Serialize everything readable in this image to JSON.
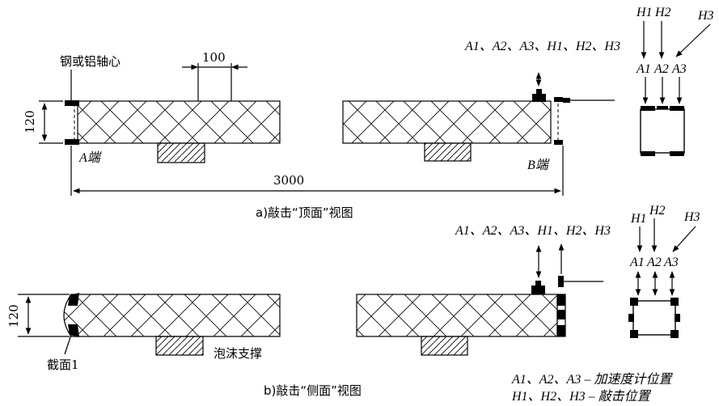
{
  "labels": {
    "core": "钢或铝轴心",
    "dim_100": "100",
    "dim_120_top": "120",
    "dim_120_bottom": "120",
    "end_a": "A端",
    "end_b": "B端",
    "length": "3000",
    "section": "截面1",
    "foam_support": "泡沫支撑"
  },
  "captions": {
    "a": "a)敲击“顶面”视图",
    "b": "b)敲击“侧面”视图"
  },
  "top_view": {
    "sensor_list": "A1、A2、A3、H1、H2、H3",
    "h_labels": [
      "H1",
      "H2",
      "H3"
    ],
    "a_labels": [
      "A1",
      "A2",
      "A3"
    ]
  },
  "side_view": {
    "sensor_list": "A1、A2、A3、H1、H2、H3",
    "h_labels": [
      "H1",
      "H2",
      "H3"
    ],
    "a_labels": [
      "A1",
      "A2",
      "A3"
    ]
  },
  "legend": {
    "accelerometer": "A1、A2、A3 – 加速度计位置",
    "hammer": "H1、H2、H3 – 敲击位置"
  }
}
